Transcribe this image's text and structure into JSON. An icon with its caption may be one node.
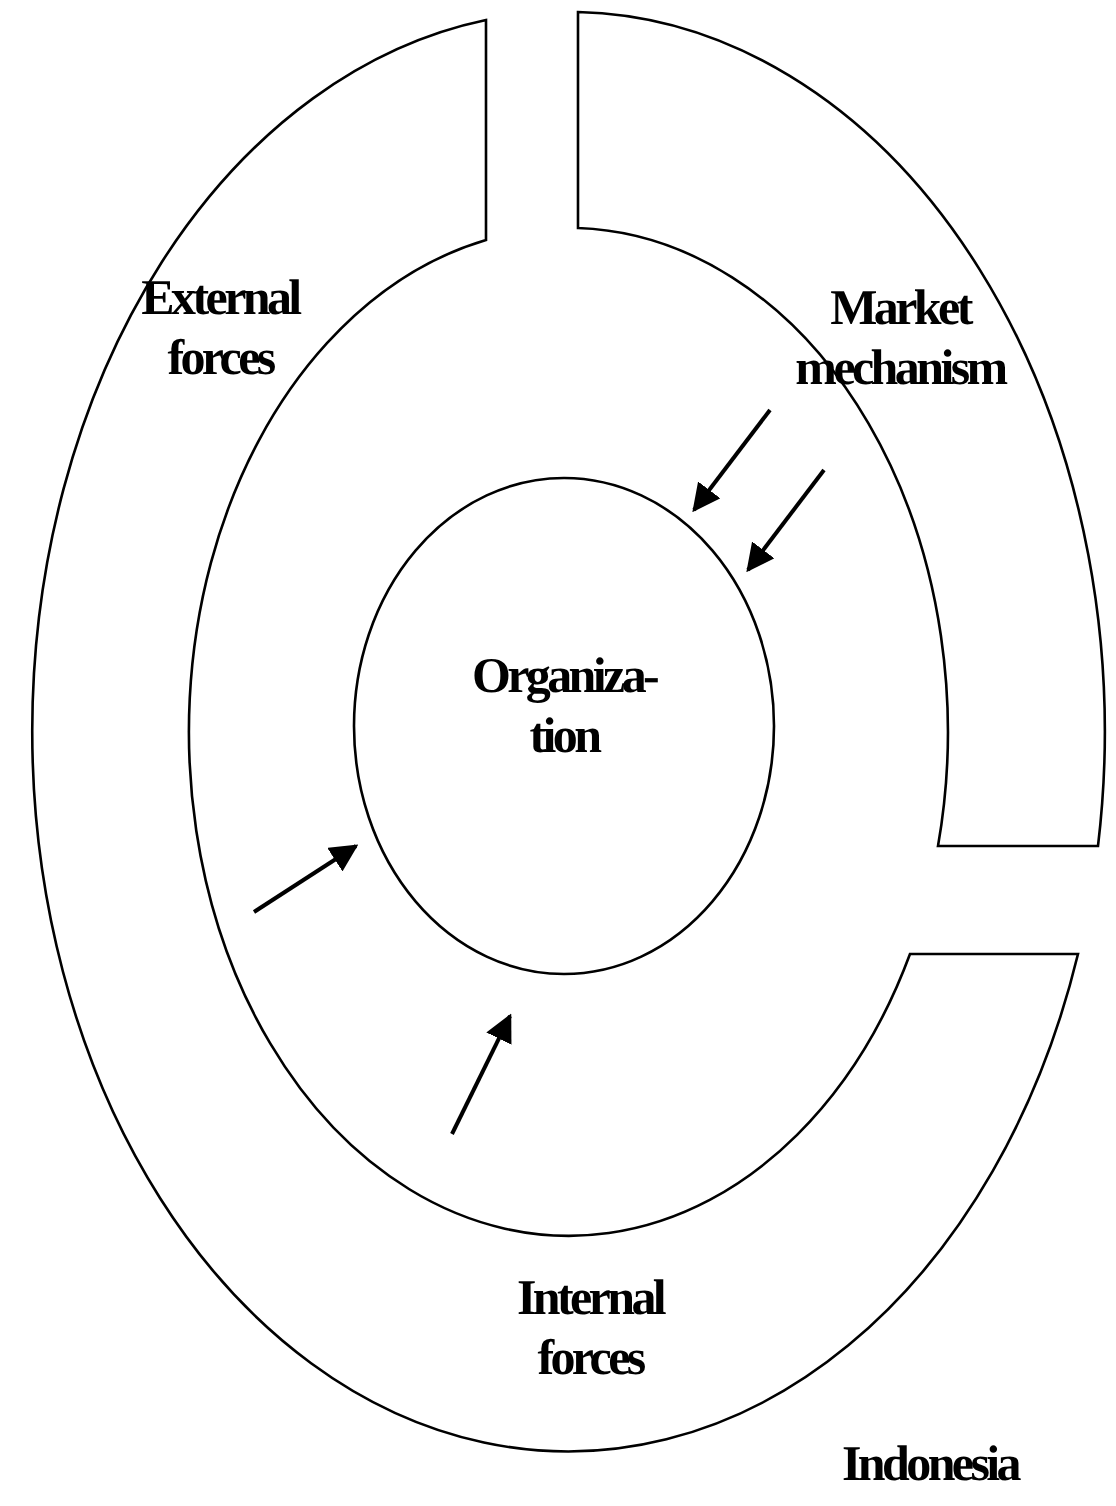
{
  "diagram": {
    "nodes": [
      {
        "text": [
          "External forces",
          "Internal forces"
        ]
      },
      {
        "text": [
          "Market mechanism"
        ]
      },
      {
        "text": [
          "Organiza- tion"
        ]
      }
    ],
    "edges": [
      {
        "from": 1,
        "to": 2,
        "arrow": "to"
      },
      {
        "from": 1,
        "to": 2,
        "arrow": "to"
      },
      {
        "from": null,
        "to": 2,
        "arrow": "to"
      },
      {
        "from": null,
        "to": 2,
        "arrow": "to"
      }
    ],
    "labels": [
      "Indonesia"
    ]
  }
}
